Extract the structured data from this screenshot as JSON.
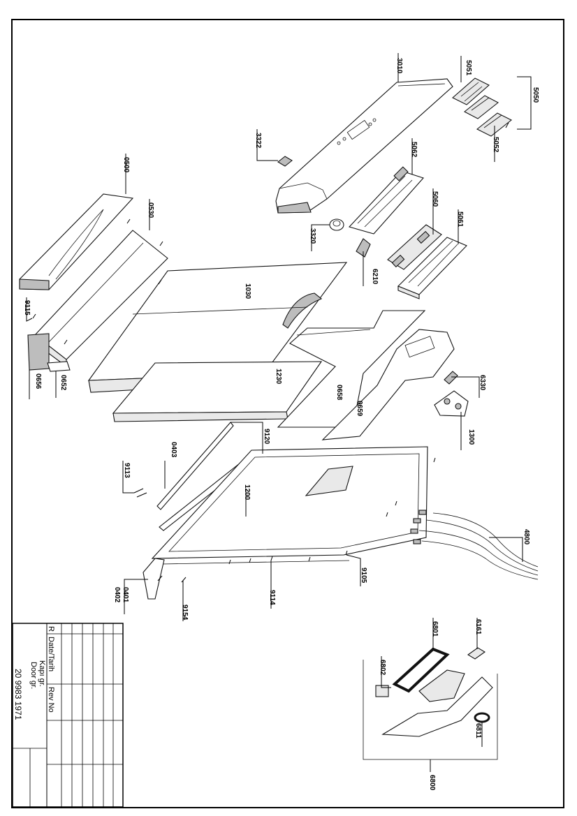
{
  "drawing": {
    "parts": [
      {
        "id": "p3010",
        "label": "3010"
      },
      {
        "id": "p5051",
        "label": "5051"
      },
      {
        "id": "p5050",
        "label": "5050"
      },
      {
        "id": "p5052",
        "label": "5052"
      },
      {
        "id": "p3322",
        "label": "3322"
      },
      {
        "id": "p5062",
        "label": "5062"
      },
      {
        "id": "p0500",
        "label": "0500"
      },
      {
        "id": "p0530",
        "label": "0530"
      },
      {
        "id": "p5060",
        "label": "5060"
      },
      {
        "id": "p5061",
        "label": "5061"
      },
      {
        "id": "p3320",
        "label": "3320"
      },
      {
        "id": "p6210",
        "label": "6210"
      },
      {
        "id": "p1030",
        "label": "1030"
      },
      {
        "id": "p9115",
        "label": "9115"
      },
      {
        "id": "p0656",
        "label": "0656"
      },
      {
        "id": "p0652",
        "label": "0652"
      },
      {
        "id": "p1230",
        "label": "1230"
      },
      {
        "id": "p0658",
        "label": "0658"
      },
      {
        "id": "p0659",
        "label": "0659"
      },
      {
        "id": "p6330",
        "label": "6330"
      },
      {
        "id": "p1300",
        "label": "1300"
      },
      {
        "id": "p9120",
        "label": "9120"
      },
      {
        "id": "p0403",
        "label": "0403"
      },
      {
        "id": "p9113",
        "label": "9113"
      },
      {
        "id": "p1200",
        "label": "1200"
      },
      {
        "id": "p4800",
        "label": "4800"
      },
      {
        "id": "p9105",
        "label": "9105"
      },
      {
        "id": "p0401",
        "label": "0401"
      },
      {
        "id": "p0402",
        "label": "0402"
      },
      {
        "id": "p9154",
        "label": "9154"
      },
      {
        "id": "p9114",
        "label": "9114"
      },
      {
        "id": "p6161",
        "label": "6161"
      },
      {
        "id": "p6801",
        "label": "6801"
      },
      {
        "id": "p6802",
        "label": "6802"
      },
      {
        "id": "p6811",
        "label": "6811"
      },
      {
        "id": "p6800",
        "label": "6800"
      }
    ]
  },
  "title_block": {
    "col_r": "R",
    "col_date": "Date/Tarih",
    "col_rev": "Rev No",
    "title_tr": "Kapı gr.",
    "title_en": "Door gr.",
    "drawing_no": "20 9983 1971"
  }
}
